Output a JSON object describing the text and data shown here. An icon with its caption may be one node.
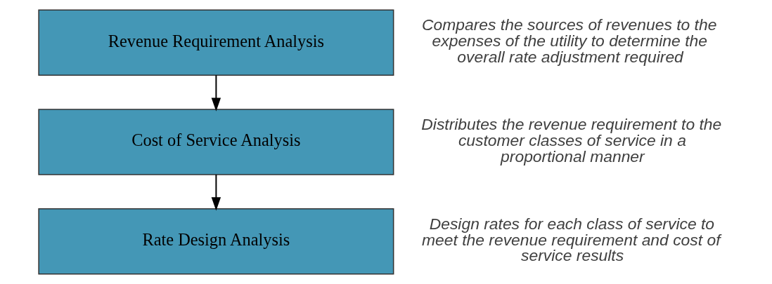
{
  "diagram": {
    "nodes": [
      {
        "text": [
          "Revenue Requirement Analysis"
        ],
        "beside": [
          "Compares the sources of revenues to the expenses of the utility to determine the overall rate adjustment required"
        ]
      },
      {
        "text": [
          "Cost of Service Analysis"
        ],
        "beside": [
          "Distributes the revenue requirement to the customer classes of service in a proportional manner"
        ]
      },
      {
        "text": [
          "Rate Design Analysis"
        ],
        "beside": [
          "Design rates for each class of service to meet the revenue requirement and cost of service results"
        ]
      }
    ],
    "edges": [
      {
        "from": 0,
        "to": 1,
        "arrow": "to"
      },
      {
        "from": 1,
        "to": 2,
        "arrow": "to"
      }
    ]
  }
}
